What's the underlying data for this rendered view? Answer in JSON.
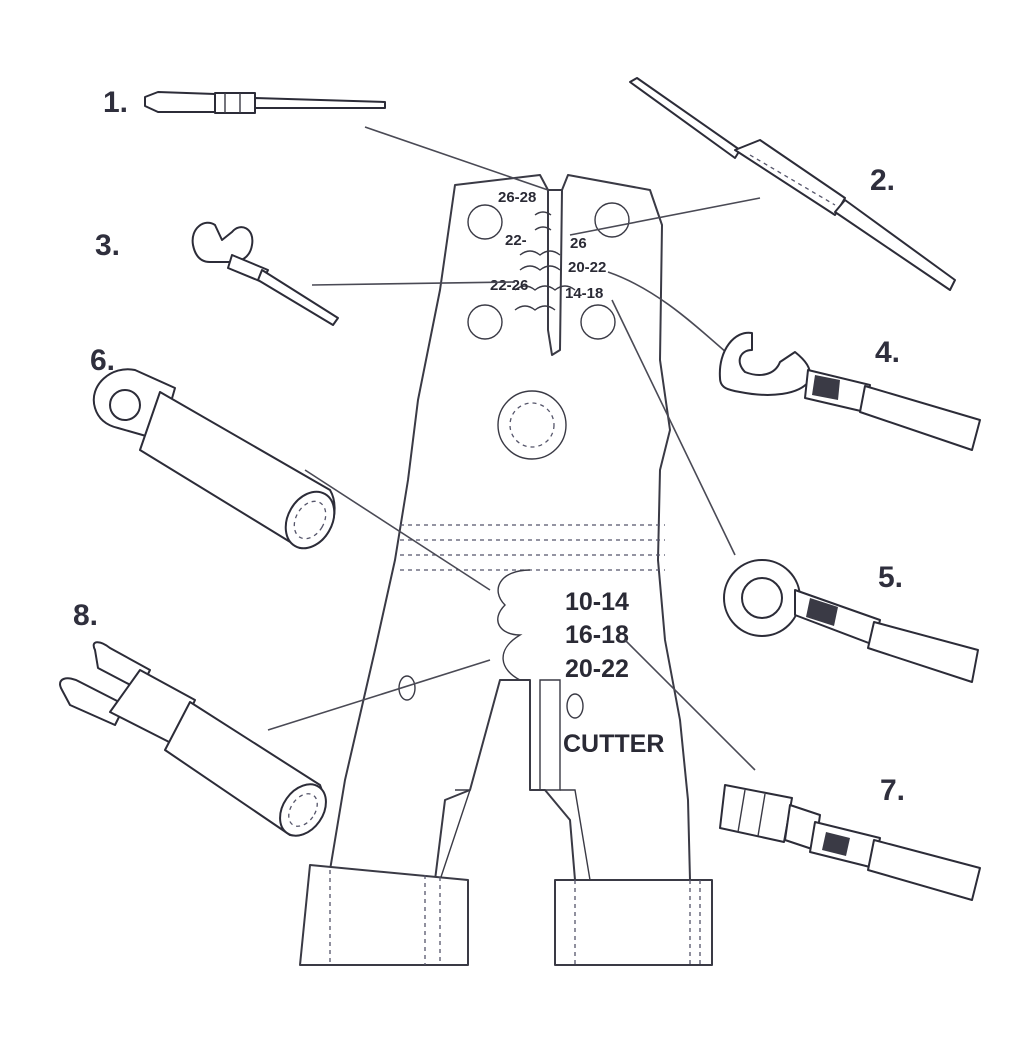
{
  "diagram": {
    "callouts": [
      "1.",
      "2.",
      "3.",
      "4.",
      "5.",
      "6.",
      "7.",
      "8."
    ],
    "head_labels": {
      "top_left": "26-28",
      "small_22": "22-",
      "small_26": "26",
      "mid_left": "22-26",
      "mid_right_top": "20-22",
      "mid_right_bottom": "14-18"
    },
    "jaw_labels": [
      "10-14",
      "16-18",
      "20-22"
    ],
    "cutter_label": "CUTTER"
  }
}
